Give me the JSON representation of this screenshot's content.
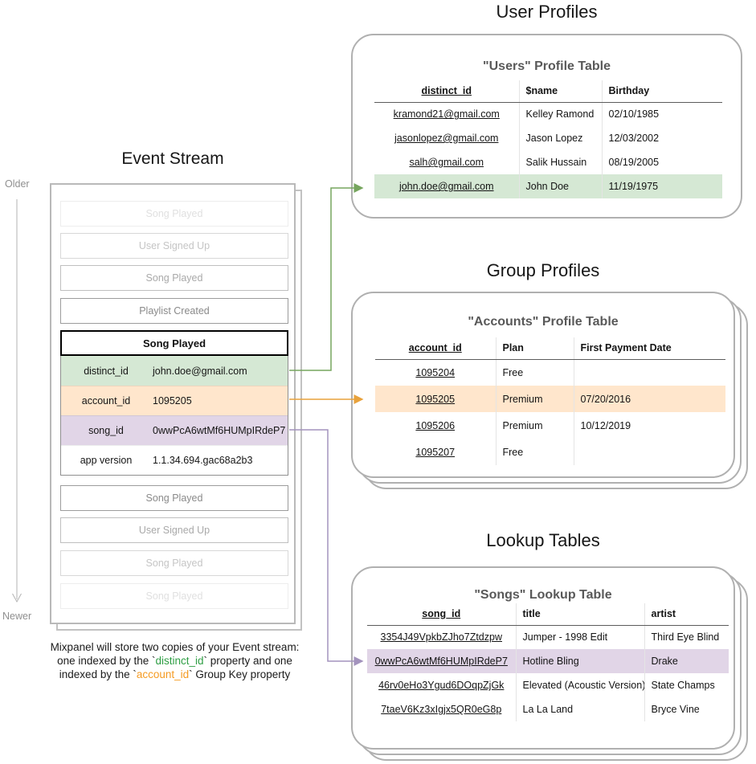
{
  "titles": {
    "event_stream": "Event Stream",
    "user_profiles": "User Profiles",
    "group_profiles": "Group Profiles",
    "lookup_tables": "Lookup Tables"
  },
  "timeline": {
    "older_label": "Older",
    "newer_label": "Newer"
  },
  "event_stream": {
    "events_before": [
      {
        "label": "Song Played",
        "fade": 1
      },
      {
        "label": "User Signed Up",
        "fade": 2
      },
      {
        "label": "Song Played",
        "fade": 3
      },
      {
        "label": "Playlist Created",
        "fade": 4
      }
    ],
    "expanded_event": {
      "name": "Song Played",
      "properties": [
        {
          "key": "distinct_id",
          "value": "john.doe@gmail.com",
          "highlight": "green"
        },
        {
          "key": "account_id",
          "value": "1095205",
          "highlight": "orange"
        },
        {
          "key": "song_id",
          "value": "0wwPcA6wtMf6HUMpIRdeP7",
          "highlight": "purple"
        },
        {
          "key": "app version",
          "value": "1.1.34.694.gac68a2b3",
          "highlight": "none"
        }
      ]
    },
    "events_after": [
      {
        "label": "Song Played",
        "fade": 4
      },
      {
        "label": "User Signed Up",
        "fade": 3
      },
      {
        "label": "Song Played",
        "fade": 2
      },
      {
        "label": "Song Played",
        "fade": 1
      }
    ]
  },
  "users_card": {
    "table_title": "\"Users\" Profile Table",
    "columns": [
      "distinct_id",
      "$name",
      "Birthday"
    ],
    "rows": [
      [
        "kramond21@gmail.com",
        "Kelley Ramond",
        "02/10/1985"
      ],
      [
        "jasonlopez@gmail.com",
        "Jason Lopez",
        "12/03/2002"
      ],
      [
        "salh@gmail.com",
        "Salik Hussain",
        "08/19/2005"
      ],
      [
        "john.doe@gmail.com",
        "John Doe",
        "11/19/1975"
      ]
    ],
    "highlighted_row_index": 3,
    "highlight_color": "#d5e8d4"
  },
  "accounts_card": {
    "table_title": "\"Accounts\" Profile Table",
    "columns": [
      "account_id",
      "Plan",
      "First Payment Date"
    ],
    "rows": [
      [
        "1095204",
        "Free",
        ""
      ],
      [
        "1095205",
        "Premium",
        "07/20/2016"
      ],
      [
        "1095206",
        "Premium",
        "10/12/2019"
      ],
      [
        "1095207",
        "Free",
        ""
      ]
    ],
    "highlighted_row_index": 1,
    "highlight_color": "#ffe6cc"
  },
  "songs_card": {
    "table_title": "\"Songs\" Lookup Table",
    "columns": [
      "song_id",
      "title",
      "artist"
    ],
    "rows": [
      [
        "3354J49VpkbZJho7Ztdzpw",
        "Jumper - 1998 Edit",
        "Third Eye Blind"
      ],
      [
        "0wwPcA6wtMf6HUMpIRdeP7",
        "Hotline Bling",
        "Drake"
      ],
      [
        "46rv0eHo3Ygud6DOqpZjGk",
        "Elevated (Acoustic Version)",
        "State Champs"
      ],
      [
        "7taeV6Kz3xIgjx5QR0eG8p",
        "La La Land",
        "Bryce Vine"
      ]
    ],
    "highlighted_row_index": 1,
    "highlight_color": "#e1d5e7"
  },
  "caption": {
    "line1": "Mixpanel will store two copies of your Event stream:",
    "line2_before": "one indexed by the `",
    "line2_code": "distinct_id",
    "line2_after": "` property and one",
    "line3_before": "indexed by the `",
    "line3_code": "account_id",
    "line3_after": "` Group Key property"
  },
  "colors": {
    "green_fill": "#d5e8d4",
    "green_arrow": "#76a55e",
    "orange_fill": "#ffe6cc",
    "orange_arrow": "#e8a23c",
    "purple_fill": "#e1d5e7",
    "purple_arrow": "#a393bd",
    "caption_green": "#2f9e44",
    "caption_orange": "#f59b22"
  }
}
